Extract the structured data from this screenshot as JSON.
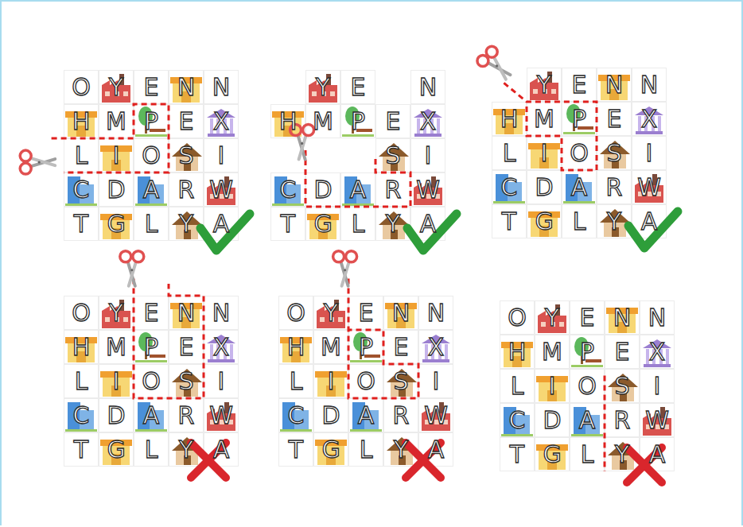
{
  "diagram": {
    "labels": [
      "O",
      "Y",
      "E",
      "N",
      "N",
      "H",
      "M",
      "P",
      "E",
      "X",
      "L",
      "I",
      "O",
      "S",
      "I",
      "C",
      "D",
      "A",
      "R",
      "W",
      "T",
      "G",
      "L",
      "Y",
      "A",
      "Y",
      "E",
      "N",
      "H",
      "M",
      "P",
      "E",
      "X",
      "S",
      "I",
      "C",
      "D",
      "A",
      "R",
      "W",
      "T",
      "G",
      "L",
      "Y",
      "A",
      "Y",
      "E",
      "N",
      "N",
      "H",
      "M",
      "P",
      "E",
      "X",
      "L",
      "I",
      "O",
      "S",
      "I",
      "C",
      "D",
      "A",
      "R",
      "W",
      "T",
      "G",
      "L",
      "Y",
      "A",
      "O",
      "Y",
      "E",
      "N",
      "N",
      "H",
      "M",
      "P",
      "E",
      "X",
      "L",
      "I",
      "O",
      "S",
      "I",
      "C",
      "D",
      "A",
      "R",
      "W",
      "T",
      "G",
      "L",
      "Y",
      "A",
      "O",
      "Y",
      "E",
      "N",
      "N",
      "H",
      "M",
      "P",
      "E",
      "X",
      "L",
      "I",
      "O",
      "S",
      "I",
      "C",
      "D",
      "A",
      "R",
      "W",
      "T",
      "G",
      "L",
      "Y",
      "A",
      "O",
      "Y",
      "E",
      "N",
      "N",
      "H",
      "M",
      "P",
      "E",
      "X",
      "L",
      "I",
      "O",
      "S",
      "I",
      "C",
      "D",
      "A",
      "R",
      "W",
      "T",
      "G",
      "L",
      "Y",
      "A"
    ]
  }
}
